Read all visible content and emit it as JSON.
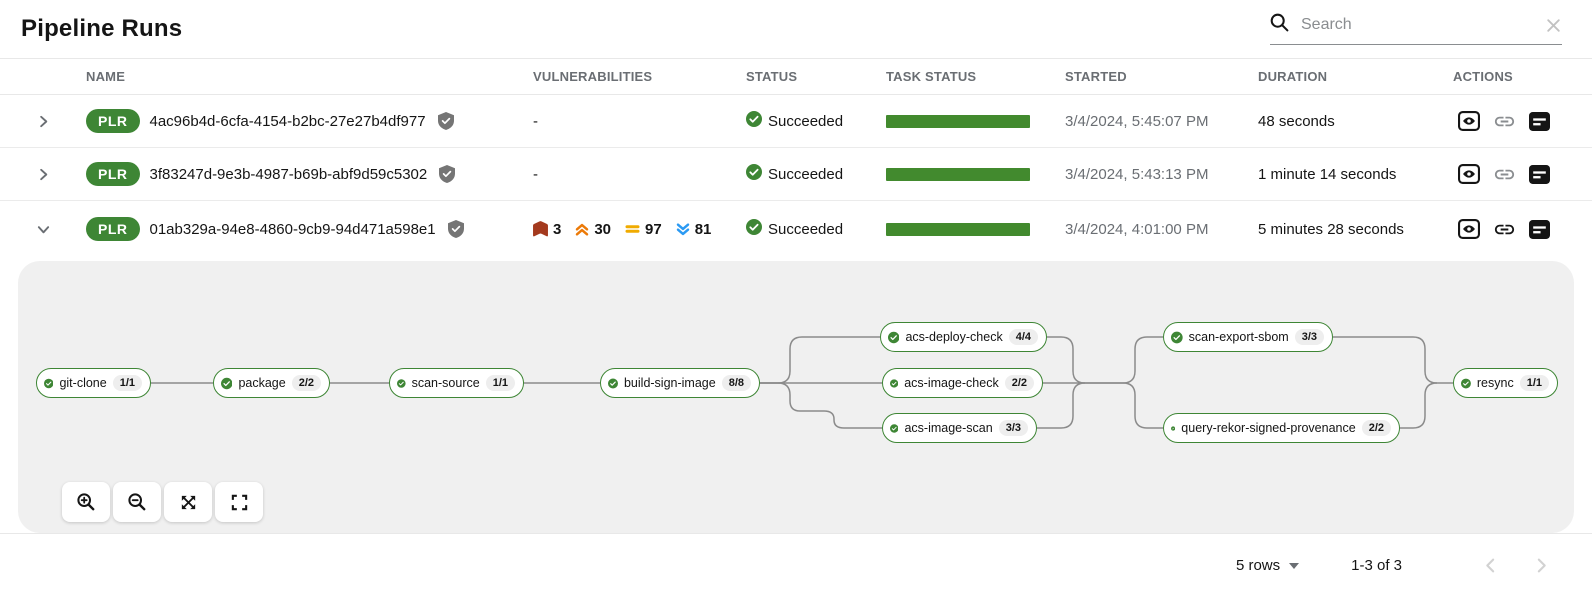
{
  "page_title": "Pipeline Runs",
  "search": {
    "placeholder": "Search"
  },
  "table": {
    "columns": {
      "name": "NAME",
      "vulnerabilities": "VULNERABILITIES",
      "status": "STATUS",
      "task_status": "TASK STATUS",
      "started": "STARTED",
      "duration": "DURATION",
      "actions": "ACTIONS"
    },
    "rows": [
      {
        "badge": "PLR",
        "name": "4ac96b4d-6cfa-4154-b2bc-27e27b4df977",
        "vulnerabilities": "-",
        "status": "Succeeded",
        "started": "3/4/2024, 5:45:07 PM",
        "duration": "48 seconds",
        "expanded": false
      },
      {
        "badge": "PLR",
        "name": "3f83247d-9e3b-4987-b69b-abf9d59c5302",
        "vulnerabilities": "-",
        "status": "Succeeded",
        "started": "3/4/2024, 5:43:13 PM",
        "duration": "1 minute 14 seconds",
        "expanded": false
      },
      {
        "badge": "PLR",
        "name": "01ab329a-94e8-4860-9cb9-94d471a598e1",
        "vulnerabilities": {
          "critical": "3",
          "high": "30",
          "medium": "97",
          "low": "81"
        },
        "status": "Succeeded",
        "started": "3/4/2024, 4:01:00 PM",
        "duration": "5 minutes 28 seconds",
        "expanded": true
      }
    ]
  },
  "pipeline_graph": {
    "tasks": [
      {
        "label": "git-clone",
        "count": "1/1",
        "status": "Succeeded"
      },
      {
        "label": "package",
        "count": "2/2",
        "status": "Succeeded"
      },
      {
        "label": "scan-source",
        "count": "1/1",
        "status": "Succeeded"
      },
      {
        "label": "build-sign-image",
        "count": "8/8",
        "status": "Succeeded"
      },
      {
        "label": "acs-deploy-check",
        "count": "4/4",
        "status": "Succeeded"
      },
      {
        "label": "acs-image-check",
        "count": "2/2",
        "status": "Succeeded"
      },
      {
        "label": "acs-image-scan",
        "count": "3/3",
        "status": "Succeeded"
      },
      {
        "label": "scan-export-sbom",
        "count": "3/3",
        "status": "Succeeded"
      },
      {
        "label": "query-rekor-signed-provenance",
        "count": "2/2",
        "status": "Succeeded"
      },
      {
        "label": "resync",
        "count": "1/1",
        "status": "Succeeded"
      }
    ],
    "controls": [
      "zoom-in",
      "zoom-out",
      "fit-to-screen",
      "reset-view"
    ]
  },
  "footer": {
    "rows_per_page": "5 rows",
    "range": "1-3 of 3"
  },
  "icons": {
    "search": "magnifier",
    "clear": "x",
    "expand_collapsed": "chevron-right",
    "expand_open": "chevron-down",
    "signed": "shield-check",
    "success": "check-circle",
    "actions": [
      "view-output-eye",
      "link-chain",
      "logs-list"
    ],
    "severity": [
      "critical-banner",
      "high-double-chevron-up",
      "medium-equals",
      "low-double-chevron-down"
    ]
  },
  "colors": {
    "badge_green": "#3e8635",
    "success_green": "#3e8635",
    "task_bar_green": "#428a2e",
    "critical": "#a43a1e",
    "high": "#ec7a08",
    "medium": "#f0ab00",
    "low": "#2b9af3",
    "panel_gray": "#f0f0f0",
    "edge_gray": "#8b8b8b"
  }
}
